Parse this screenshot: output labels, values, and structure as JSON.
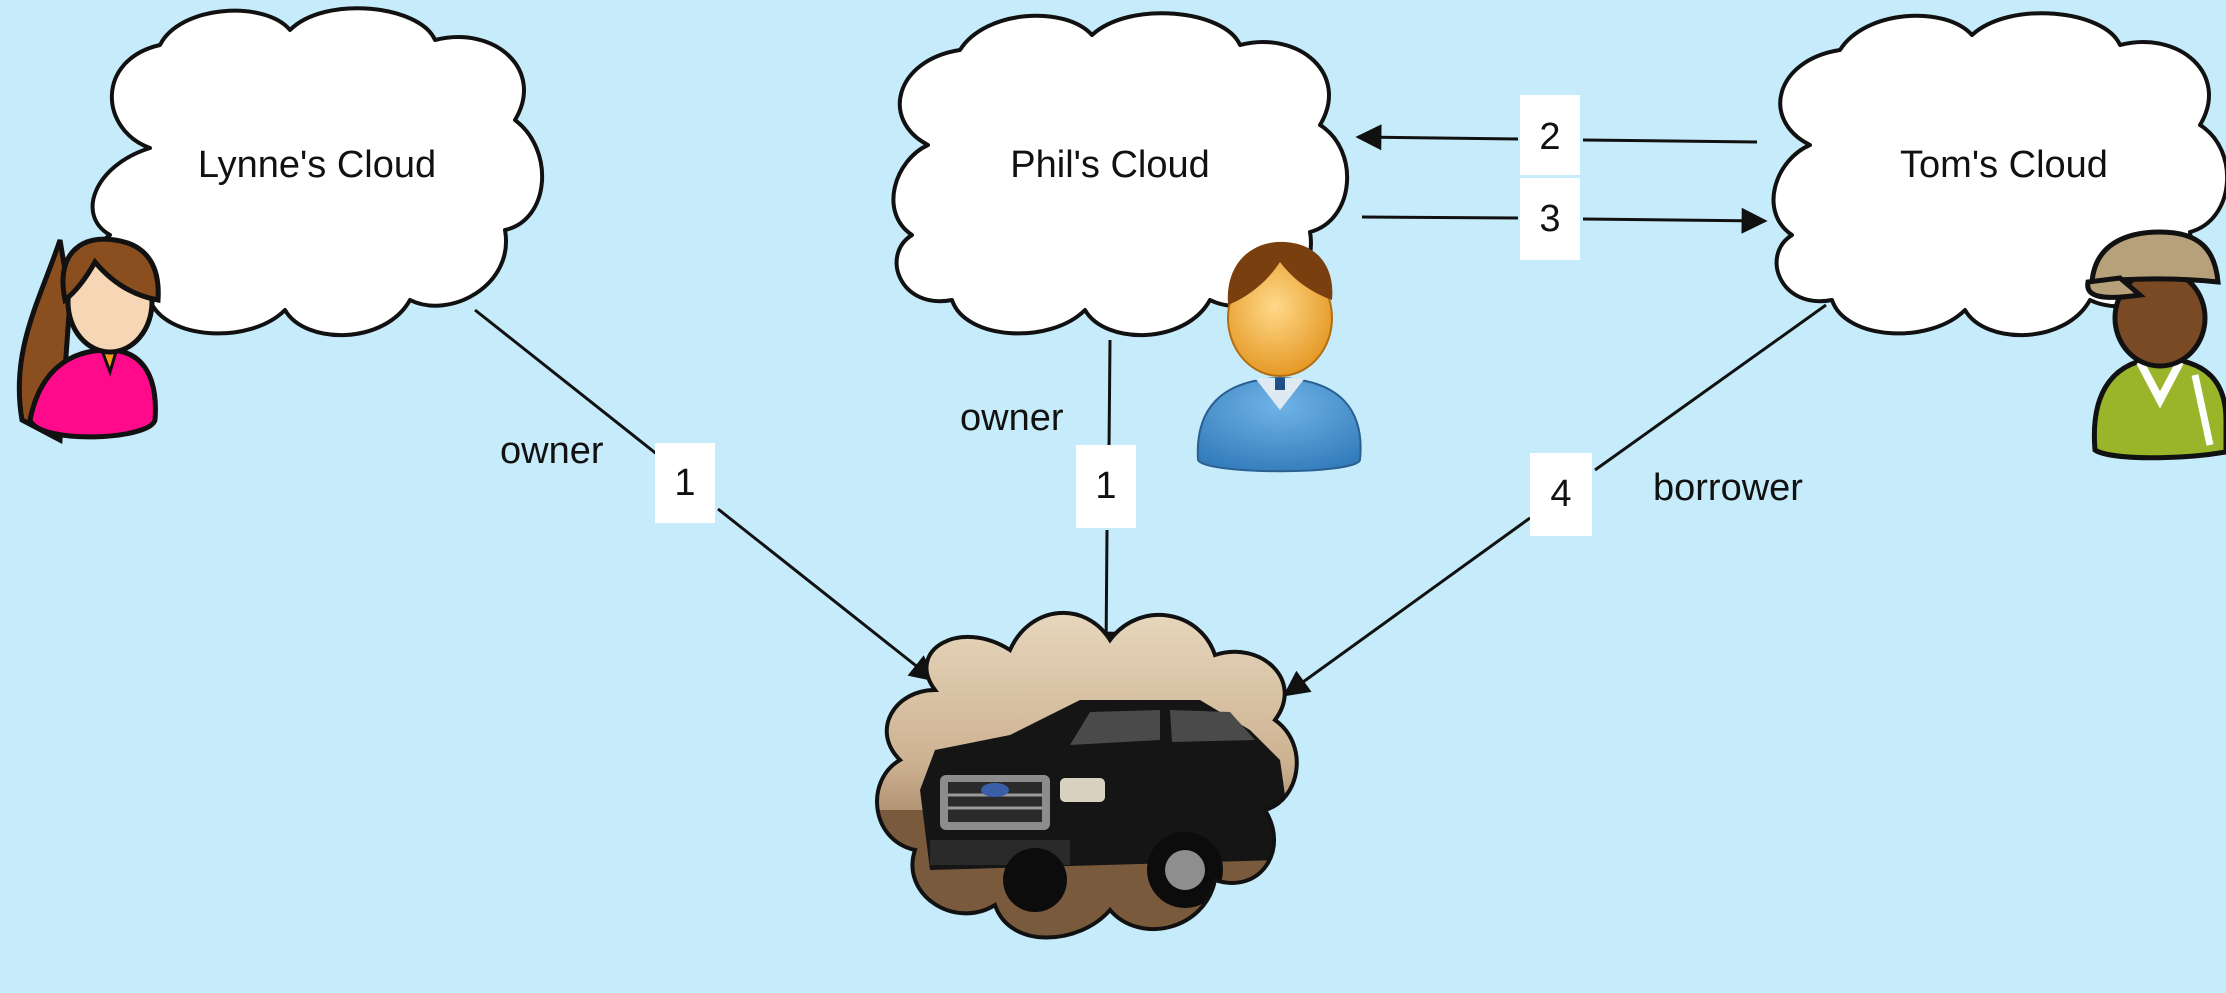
{
  "clouds": {
    "lynne": {
      "label": "Lynne's Cloud"
    },
    "phil": {
      "label": "Phil's Cloud"
    },
    "tom": {
      "label": "Tom's Cloud"
    }
  },
  "edges": {
    "lynne_to_truck": {
      "label": "owner",
      "step": "1"
    },
    "phil_to_truck": {
      "label": "owner",
      "step": "1"
    },
    "tom_to_truck": {
      "label": "borrower",
      "step": "4"
    },
    "tom_to_phil": {
      "step": "2"
    },
    "phil_to_tom": {
      "step": "3"
    }
  },
  "icons": {
    "lynne": "woman-avatar-icon",
    "phil": "man-avatar-icon",
    "tom": "man-cap-avatar-icon",
    "truck": "pickup-truck-photo"
  },
  "colors": {
    "background": "#c6ecfb",
    "lynne_shirt": "#ff0a8a",
    "phil_shirt": "#3d8fcf",
    "tom_shirt": "#9bb52a"
  }
}
